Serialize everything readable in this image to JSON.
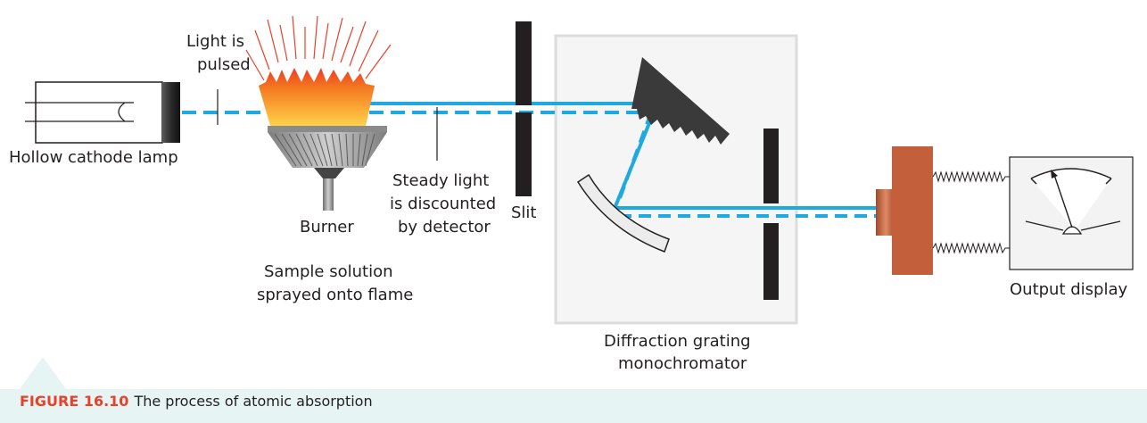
{
  "labels": {
    "lamp": "Hollow cathode lamp",
    "pulsed_line1": "Light is",
    "pulsed_line2": "pulsed",
    "burner": "Burner",
    "steady_line1": "Steady light",
    "steady_line2": "is discounted",
    "steady_line3": "by detector",
    "slit": "Slit",
    "sample_line1": "Sample solution",
    "sample_line2": "sprayed onto flame",
    "mono_line1": "Diffraction grating",
    "mono_line2": "monochromator",
    "output": "Output display"
  },
  "caption": {
    "figure_number": "FIGURE 16.10",
    "text": "The process of atomic absorption"
  },
  "colors": {
    "beam": "#1ea9e1",
    "flame_orange": "#f39a1e",
    "flame_red": "#ee3b24",
    "ray_red": "#e8412b",
    "detector": "#c45f3b",
    "panel": "#f5f5f5",
    "caption_bg": "#e7f4f4"
  }
}
